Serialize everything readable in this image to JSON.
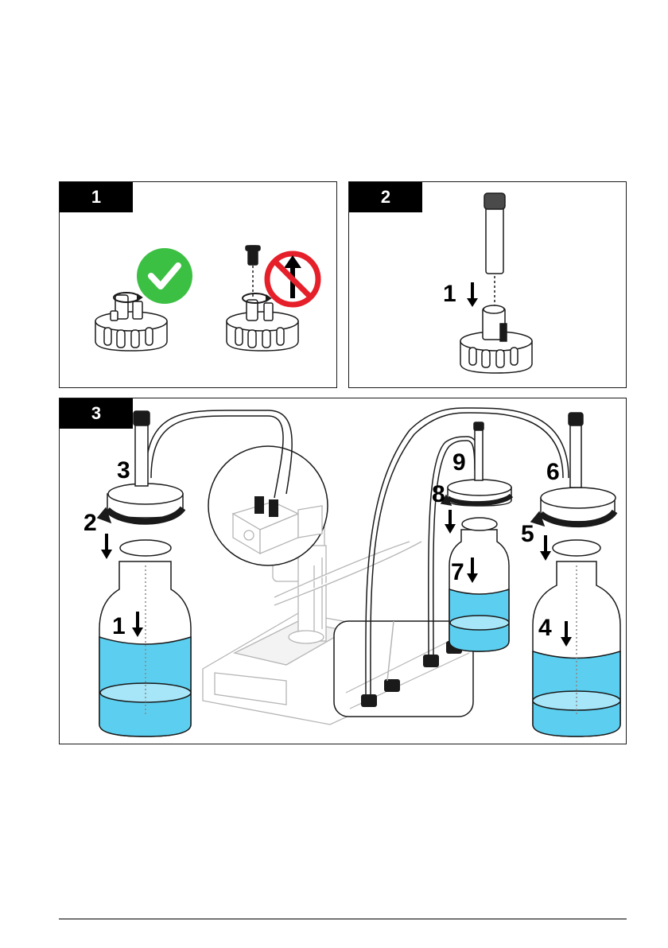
{
  "figure": {
    "panels": [
      {
        "number": "1"
      },
      {
        "number": "2",
        "callouts": [
          "1"
        ]
      },
      {
        "number": "3",
        "callouts": [
          "1",
          "2",
          "3",
          "4",
          "5",
          "6",
          "7",
          "8",
          "9"
        ]
      }
    ],
    "icons": {
      "ok": "checkmark-icon",
      "prohibited": "no-pull-up-icon",
      "arrow": "arrow-down-icon",
      "rotate": "rotate-arrow-icon"
    },
    "colors": {
      "ok_green": "#3cc043",
      "prohibited_red": "#e5202a",
      "liquid_blue": "#5ccff0",
      "liquid_light": "#a6e6f8",
      "outline": "#1a1a1a"
    }
  }
}
